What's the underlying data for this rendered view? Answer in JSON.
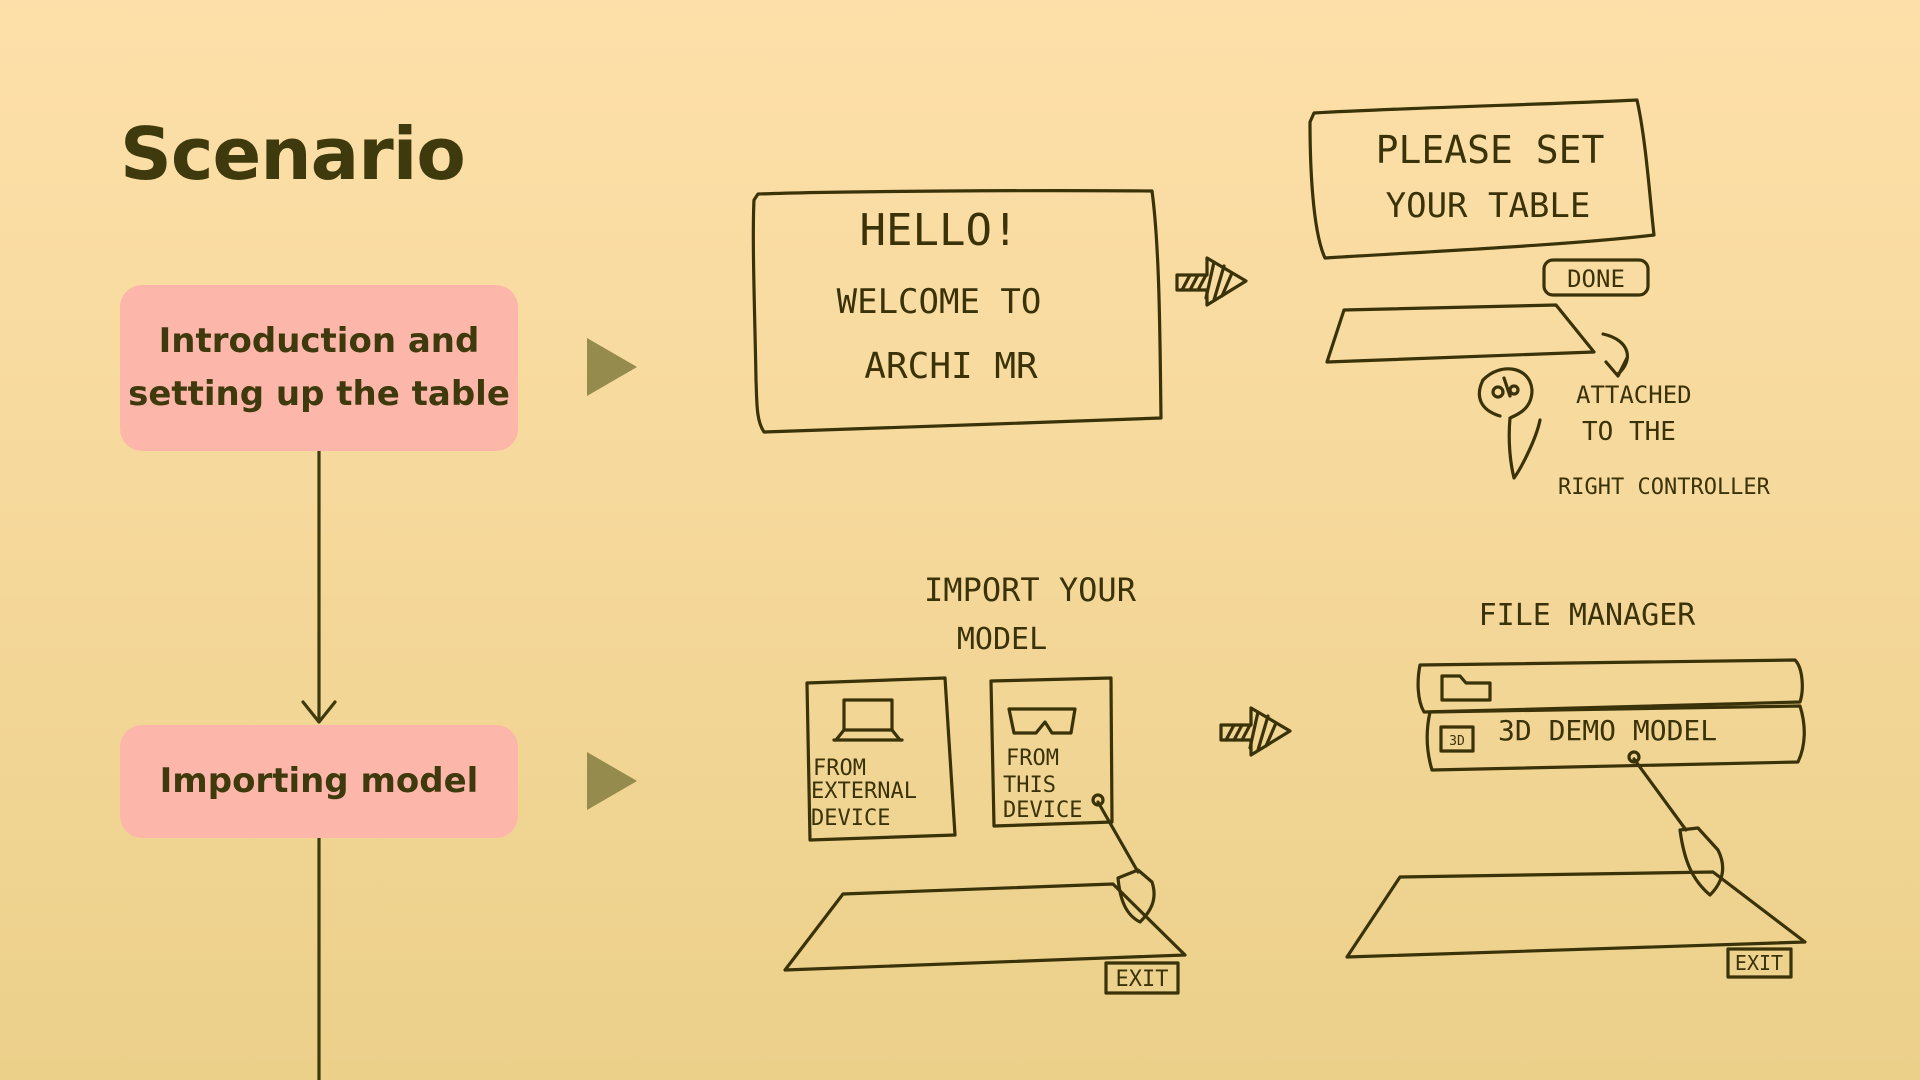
{
  "title": "Scenario",
  "steps": [
    {
      "label": "Introduction and\nsetting up the table"
    },
    {
      "label": "Importing model"
    }
  ],
  "sketches": {
    "welcome": {
      "line1": "HELLO!",
      "line2": "WELCOME TO",
      "line3": "ARCHI MR"
    },
    "set_table": {
      "line1": "PLEASE SET",
      "line2": "YOUR TABLE",
      "done": "DONE"
    },
    "controller_note": {
      "line1": "ATTACHED",
      "line2": "TO THE",
      "line3": "RIGHT CONTROLLER"
    },
    "import": {
      "line1": "IMPORT YOUR",
      "line2": "MODEL",
      "ext_1": "FROM",
      "ext_2": "EXTERNAL",
      "ext_3": "DEVICE",
      "this_1": "FROM",
      "this_2": "THIS",
      "this_3": "DEVICE",
      "exit": "EXIT"
    },
    "file_manager": {
      "title": "FILE MANAGER",
      "item_badge": "3D",
      "item": "3D DEMO MODEL",
      "exit": "EXIT"
    }
  },
  "colors": {
    "background": "#f6d99c",
    "step_box": "#fdb7aa",
    "ink": "#3f3a0e",
    "arrow": "#958b4c"
  }
}
